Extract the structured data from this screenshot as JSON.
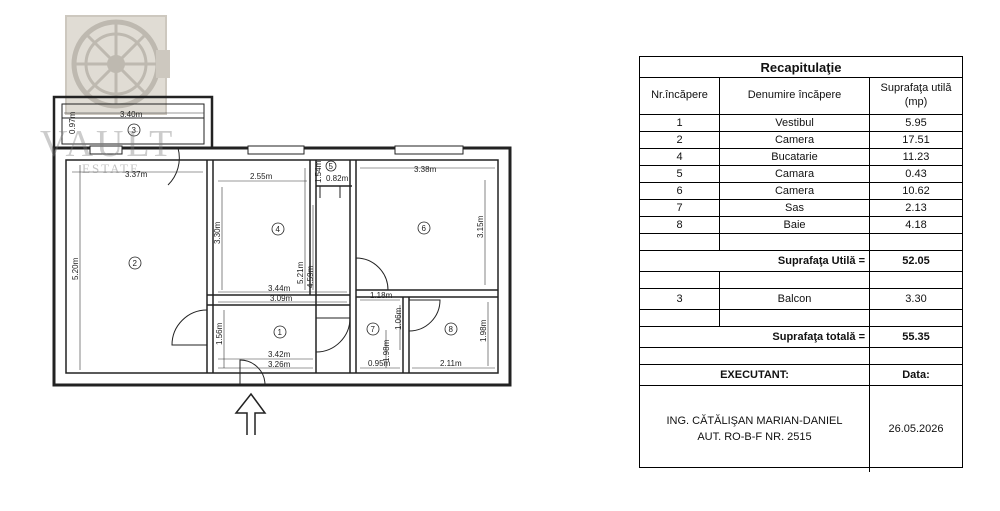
{
  "watermark": {
    "brand": "VAULT",
    "sub": "ESTATE"
  },
  "plan": {
    "dimensions": {
      "balcony_w": "3.40m",
      "balcony_h": "0.97m",
      "room2_w": "3.37m",
      "room2_h": "5.20m",
      "room4_w": "2.55m",
      "room4_h": "3.30m",
      "room5_w": "0.82m",
      "room5_h": "1.54m",
      "room6_w": "3.38m",
      "room6_h": "3.15m",
      "mid_h1": "5.21m",
      "mid_h2": "4.59m",
      "corr_w1": "3.44m",
      "corr_w2": "3.09m",
      "room1_h": "1.56m",
      "room1_w1": "3.42m",
      "room1_w2": "3.26m",
      "sas_w1": "1.18m",
      "sas_h1": "1.06m",
      "sas_h2": "1.98m",
      "sas_w2": "0.95m",
      "bath_w": "2.11m",
      "bath_h": "1.98m"
    },
    "room_numbers": [
      "1",
      "2",
      "3",
      "4",
      "5",
      "6",
      "7",
      "8"
    ]
  },
  "recap": {
    "title": "Recapitulaţie",
    "headers": {
      "nr": "Nr.încăpere",
      "name": "Denumire încăpere",
      "area": "Suprafaţa utilă (mp)"
    },
    "rows": [
      {
        "nr": "1",
        "name": "Vestibul",
        "area": "5.95"
      },
      {
        "nr": "2",
        "name": "Camera",
        "area": "17.51"
      },
      {
        "nr": "4",
        "name": "Bucatarie",
        "area": "11.23"
      },
      {
        "nr": "5",
        "name": "Camara",
        "area": "0.43"
      },
      {
        "nr": "6",
        "name": "Camera",
        "area": "10.62"
      },
      {
        "nr": "7",
        "name": "Sas",
        "area": "2.13"
      },
      {
        "nr": "8",
        "name": "Baie",
        "area": "4.18"
      }
    ],
    "useful_label": "Suprafaţa Utilă =",
    "useful_value": "52.05",
    "balcony": {
      "nr": "3",
      "name": "Balcon",
      "area": "3.30"
    },
    "total_label": "Suprafaţa totală =",
    "total_value": "55.35",
    "executant_label": "EXECUTANT:",
    "date_label": "Data:",
    "executant_name": "ING. CĂTĂLIŞAN MARIAN-DANIEL",
    "executant_aut": "AUT. RO-B-F NR. 2515",
    "date_value": "26.05.2026"
  }
}
